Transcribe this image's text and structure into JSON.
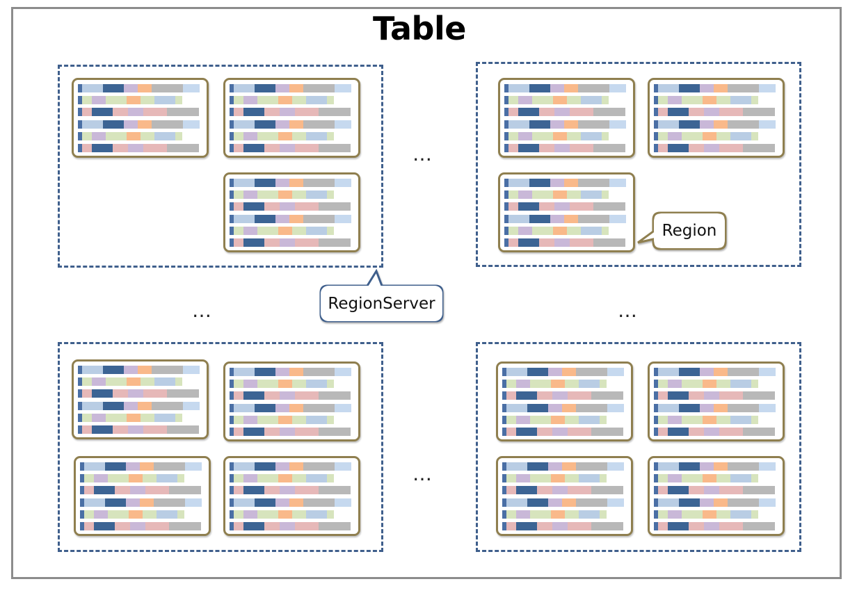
{
  "title": "Table",
  "ellipsis": "…",
  "callouts": {
    "region_label": "Region",
    "regionserver_label": "RegionServer"
  },
  "colors": {
    "regionserver_border": "#3f5f8c",
    "region_border": "#8f7f4f",
    "frame_border": "#8c8c8c",
    "row_marker": "#4a6fa5",
    "light_blue": "#b9cde4",
    "dark_blue": "#3c6494",
    "lavender": "#c9b8d8",
    "orange": "#f9b98a",
    "gray": "#b8b8b8",
    "pale_blue": "#c6d9ef",
    "light_green": "#d7e4bd",
    "pink": "#e6b8b8"
  }
}
